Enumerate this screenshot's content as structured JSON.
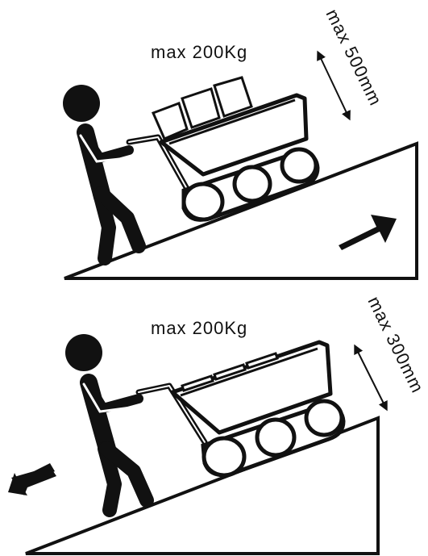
{
  "colors": {
    "ink": "#111111",
    "background": "#ffffff",
    "load": "#ffffff"
  },
  "panels": [
    {
      "id": "uphill",
      "load_label": "max 200Kg",
      "height_label": "max 500mm",
      "direction_icon": "arrow-up-right-icon"
    },
    {
      "id": "downhill",
      "load_label": "max 200Kg",
      "height_label": "max 300mm",
      "direction_icon": "arrow-down-left-icon"
    }
  ]
}
